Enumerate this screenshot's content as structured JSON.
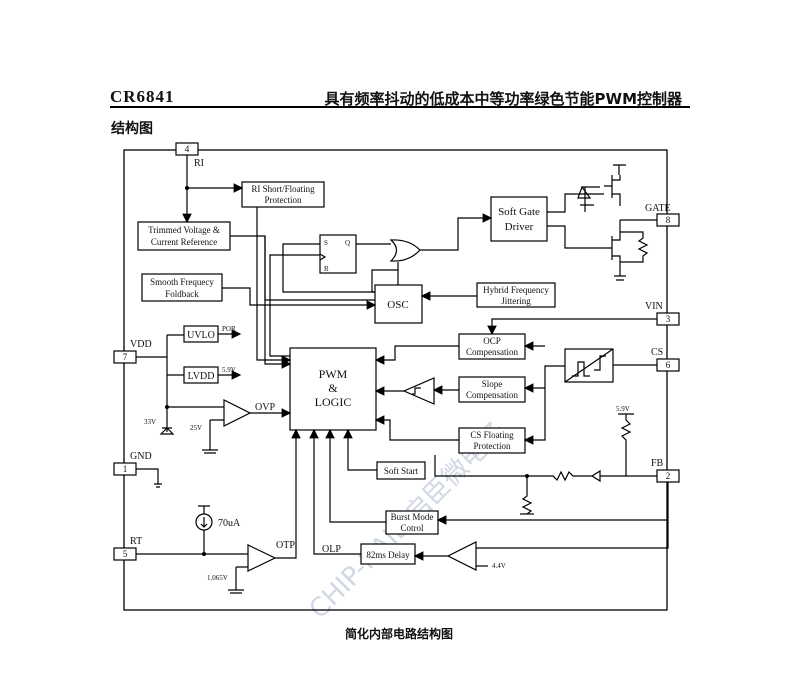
{
  "header": {
    "part_number": "CR6841",
    "title": "具有频率抖动的低成本中等功率绿色节能PWM控制器"
  },
  "section_title": "结构图",
  "caption": "简化内部电路结构图",
  "watermark": "CHIP-RAIL 启臣微电子",
  "pins": {
    "ri": {
      "num": "4",
      "name": "RI"
    },
    "gate": {
      "num": "8",
      "name": "GATE"
    },
    "vin": {
      "num": "3",
      "name": "VIN"
    },
    "cs": {
      "num": "6",
      "name": "CS"
    },
    "fb": {
      "num": "2",
      "name": "FB"
    },
    "vdd": {
      "num": "7",
      "name": "VDD"
    },
    "gnd": {
      "num": "1",
      "name": "GND"
    },
    "rt": {
      "num": "5",
      "name": "RT"
    }
  },
  "blocks": {
    "ri_protection": [
      "RI Short/Floating",
      "Protection"
    ],
    "trimmed_voltage": [
      "Trimmed Voltage &",
      "Current Reference"
    ],
    "smooth_frequency": [
      "Smooth Frequecy",
      "Foldback"
    ],
    "soft_gate": [
      "Soft Gate",
      "Driver"
    ],
    "hybrid_frequency": [
      "Hybrid Frequency",
      "Jittering"
    ],
    "osc": "OSC",
    "uvlo": "UVLO",
    "lvdd": "LVDD",
    "pwm_logic": [
      "PWM",
      "&",
      "LOGIC"
    ],
    "ocp": [
      "OCP",
      "Compensation"
    ],
    "slope": [
      "Slope",
      "Compensation"
    ],
    "cs_floating": [
      "CS Floating",
      "Protection"
    ],
    "soft_start": "Soft Start",
    "burst_mode": [
      "Burst Mode",
      "Cotrol"
    ],
    "delay": "82ms Delay"
  },
  "labels": {
    "por": "POR",
    "v59_a": "5.9V",
    "ovp": "OVP",
    "v33": "33V",
    "v25": "25V",
    "v59_b": "5.9V",
    "i70": "70uA",
    "otp": "OTP",
    "v1065": "1.065V",
    "olp": "OLP",
    "v44": "4.4V",
    "ff_s": "S",
    "ff_r": "R",
    "ff_q": "Q"
  }
}
